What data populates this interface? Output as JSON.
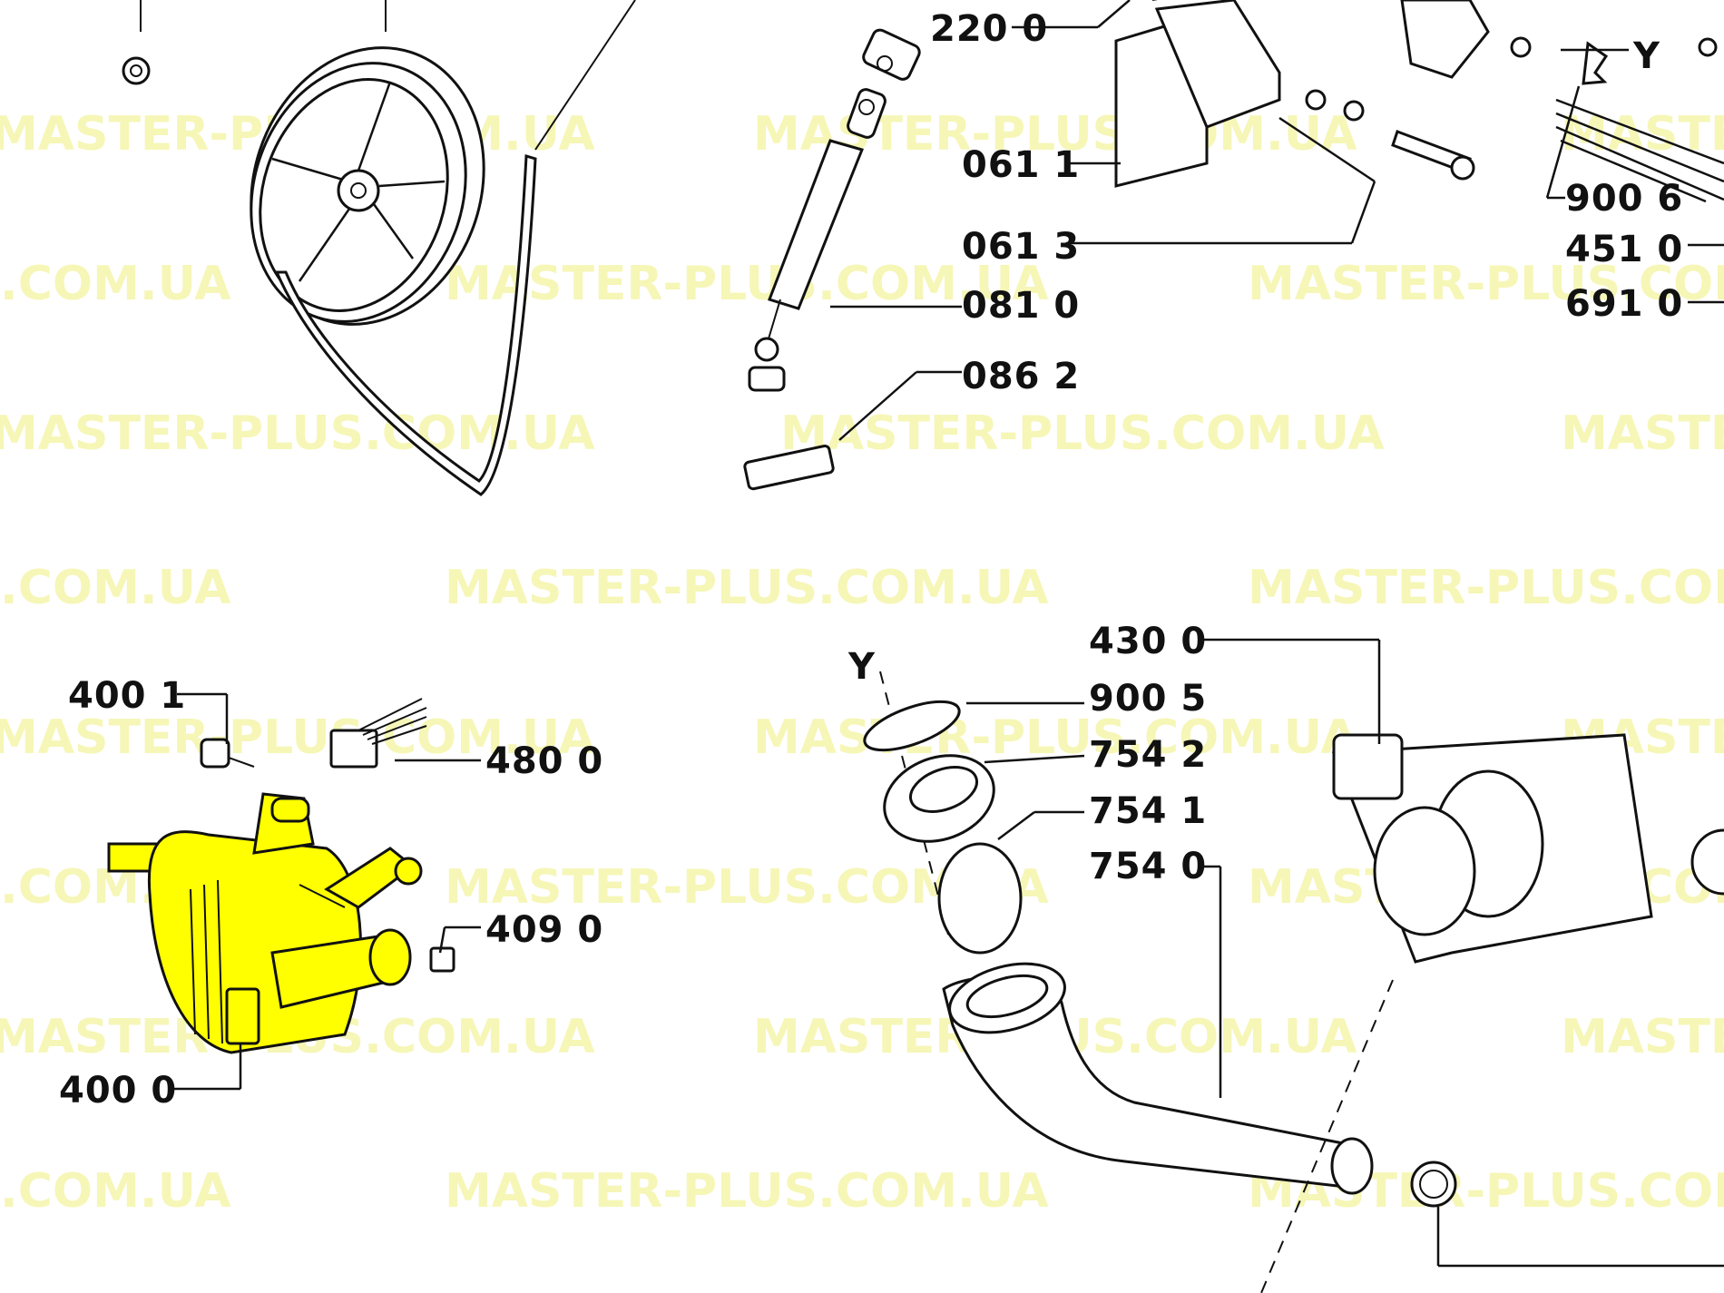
{
  "watermarks": {
    "a": "MASTER-PLUS.COM.UA",
    "b": ".COM.UA",
    "c": "MASTE"
  },
  "labels": {
    "p220_0": "220 0",
    "p061_1": "061 1",
    "p061_3": "061 3",
    "p081_0": "081 0",
    "p086_2": "086 2",
    "p900_6": "900 6",
    "p451_0": "451 0",
    "p691_0": "691 0",
    "y_top": "Y",
    "p400_1": "400 1",
    "p480_0": "480 0",
    "p409_0": "409 0",
    "p400_0": "400 0",
    "y_mid": "Y",
    "p430_0": "430 0",
    "p900_5": "900 5",
    "p754_2": "754 2",
    "p754_1": "754 1",
    "p754_0": "754 0"
  },
  "colors": {
    "highlight": "#ffff00",
    "watermark": "#f3f3a0"
  }
}
